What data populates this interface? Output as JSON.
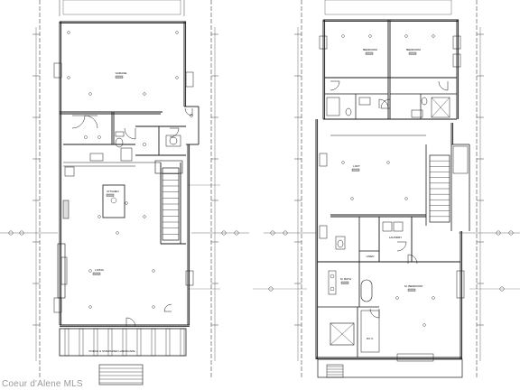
{
  "watermark": "Coeur d'Alene MLS",
  "left_plan": {
    "rooms": [
      {
        "id": "garage",
        "label": "GARAGE"
      },
      {
        "id": "kitchen",
        "label": "KITCHEN"
      },
      {
        "id": "living",
        "label": "LIVING"
      },
      {
        "id": "porch",
        "label": "PORCH & STAIRS PER LANDSCAPE"
      }
    ]
  },
  "right_plan": {
    "rooms": [
      {
        "id": "bed2",
        "label": "BEDROOM"
      },
      {
        "id": "bed3",
        "label": "BEDROOM"
      },
      {
        "id": "loft",
        "label": "LOFT"
      },
      {
        "id": "laundry",
        "label": "LAUNDRY"
      },
      {
        "id": "linen",
        "label": "LINEN"
      },
      {
        "id": "master",
        "label": "M. BEDROOM"
      },
      {
        "id": "mbath",
        "label": "M. BATH"
      },
      {
        "id": "wic",
        "label": "W.I.C."
      }
    ]
  },
  "colors": {
    "line": "#1a1a1a",
    "dim": "#444444",
    "hatch": "#777777"
  }
}
